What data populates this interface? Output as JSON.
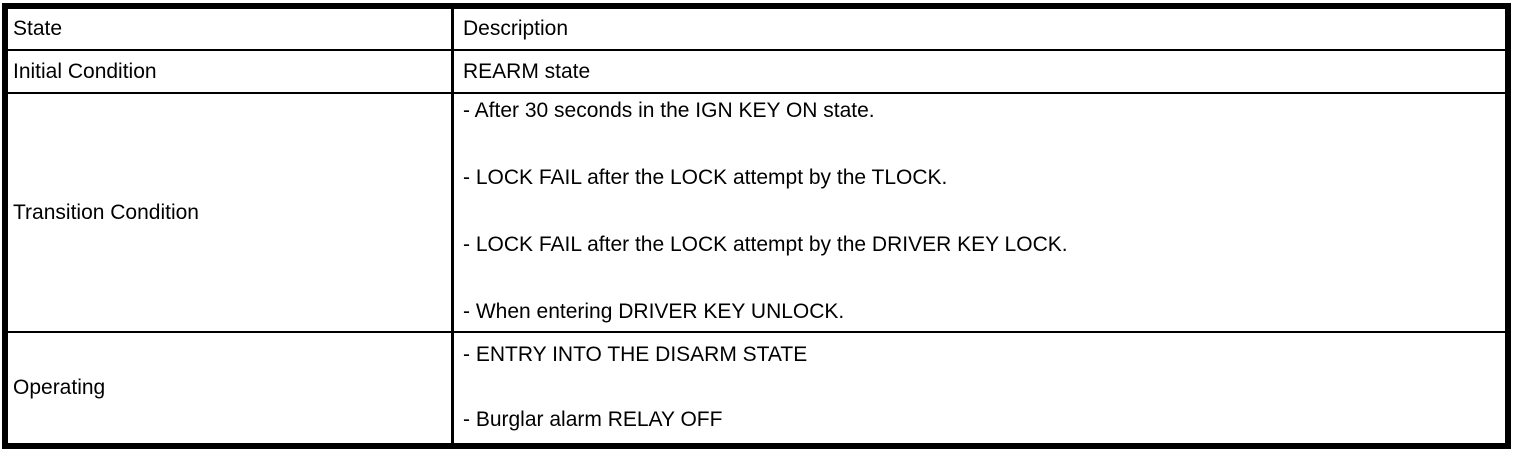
{
  "table": {
    "columns": [
      "State",
      "Description"
    ],
    "rows": [
      {
        "state": "Initial Condition",
        "description": [
          "REARM state"
        ]
      },
      {
        "state": "Transition Condition",
        "description": [
          "- After 30 seconds in the IGN KEY ON state.",
          "- LOCK FAIL after the LOCK attempt by the TLOCK.",
          "- LOCK FAIL after the LOCK attempt by the DRIVER KEY LOCK.",
          "- When entering DRIVER KEY UNLOCK."
        ]
      },
      {
        "state": "Operating",
        "description": [
          "- ENTRY INTO THE DISARM STATE",
          "- Burglar alarm RELAY OFF"
        ]
      }
    ]
  },
  "colors": {
    "border": "#000000",
    "text": "#000000",
    "background": "#ffffff"
  }
}
